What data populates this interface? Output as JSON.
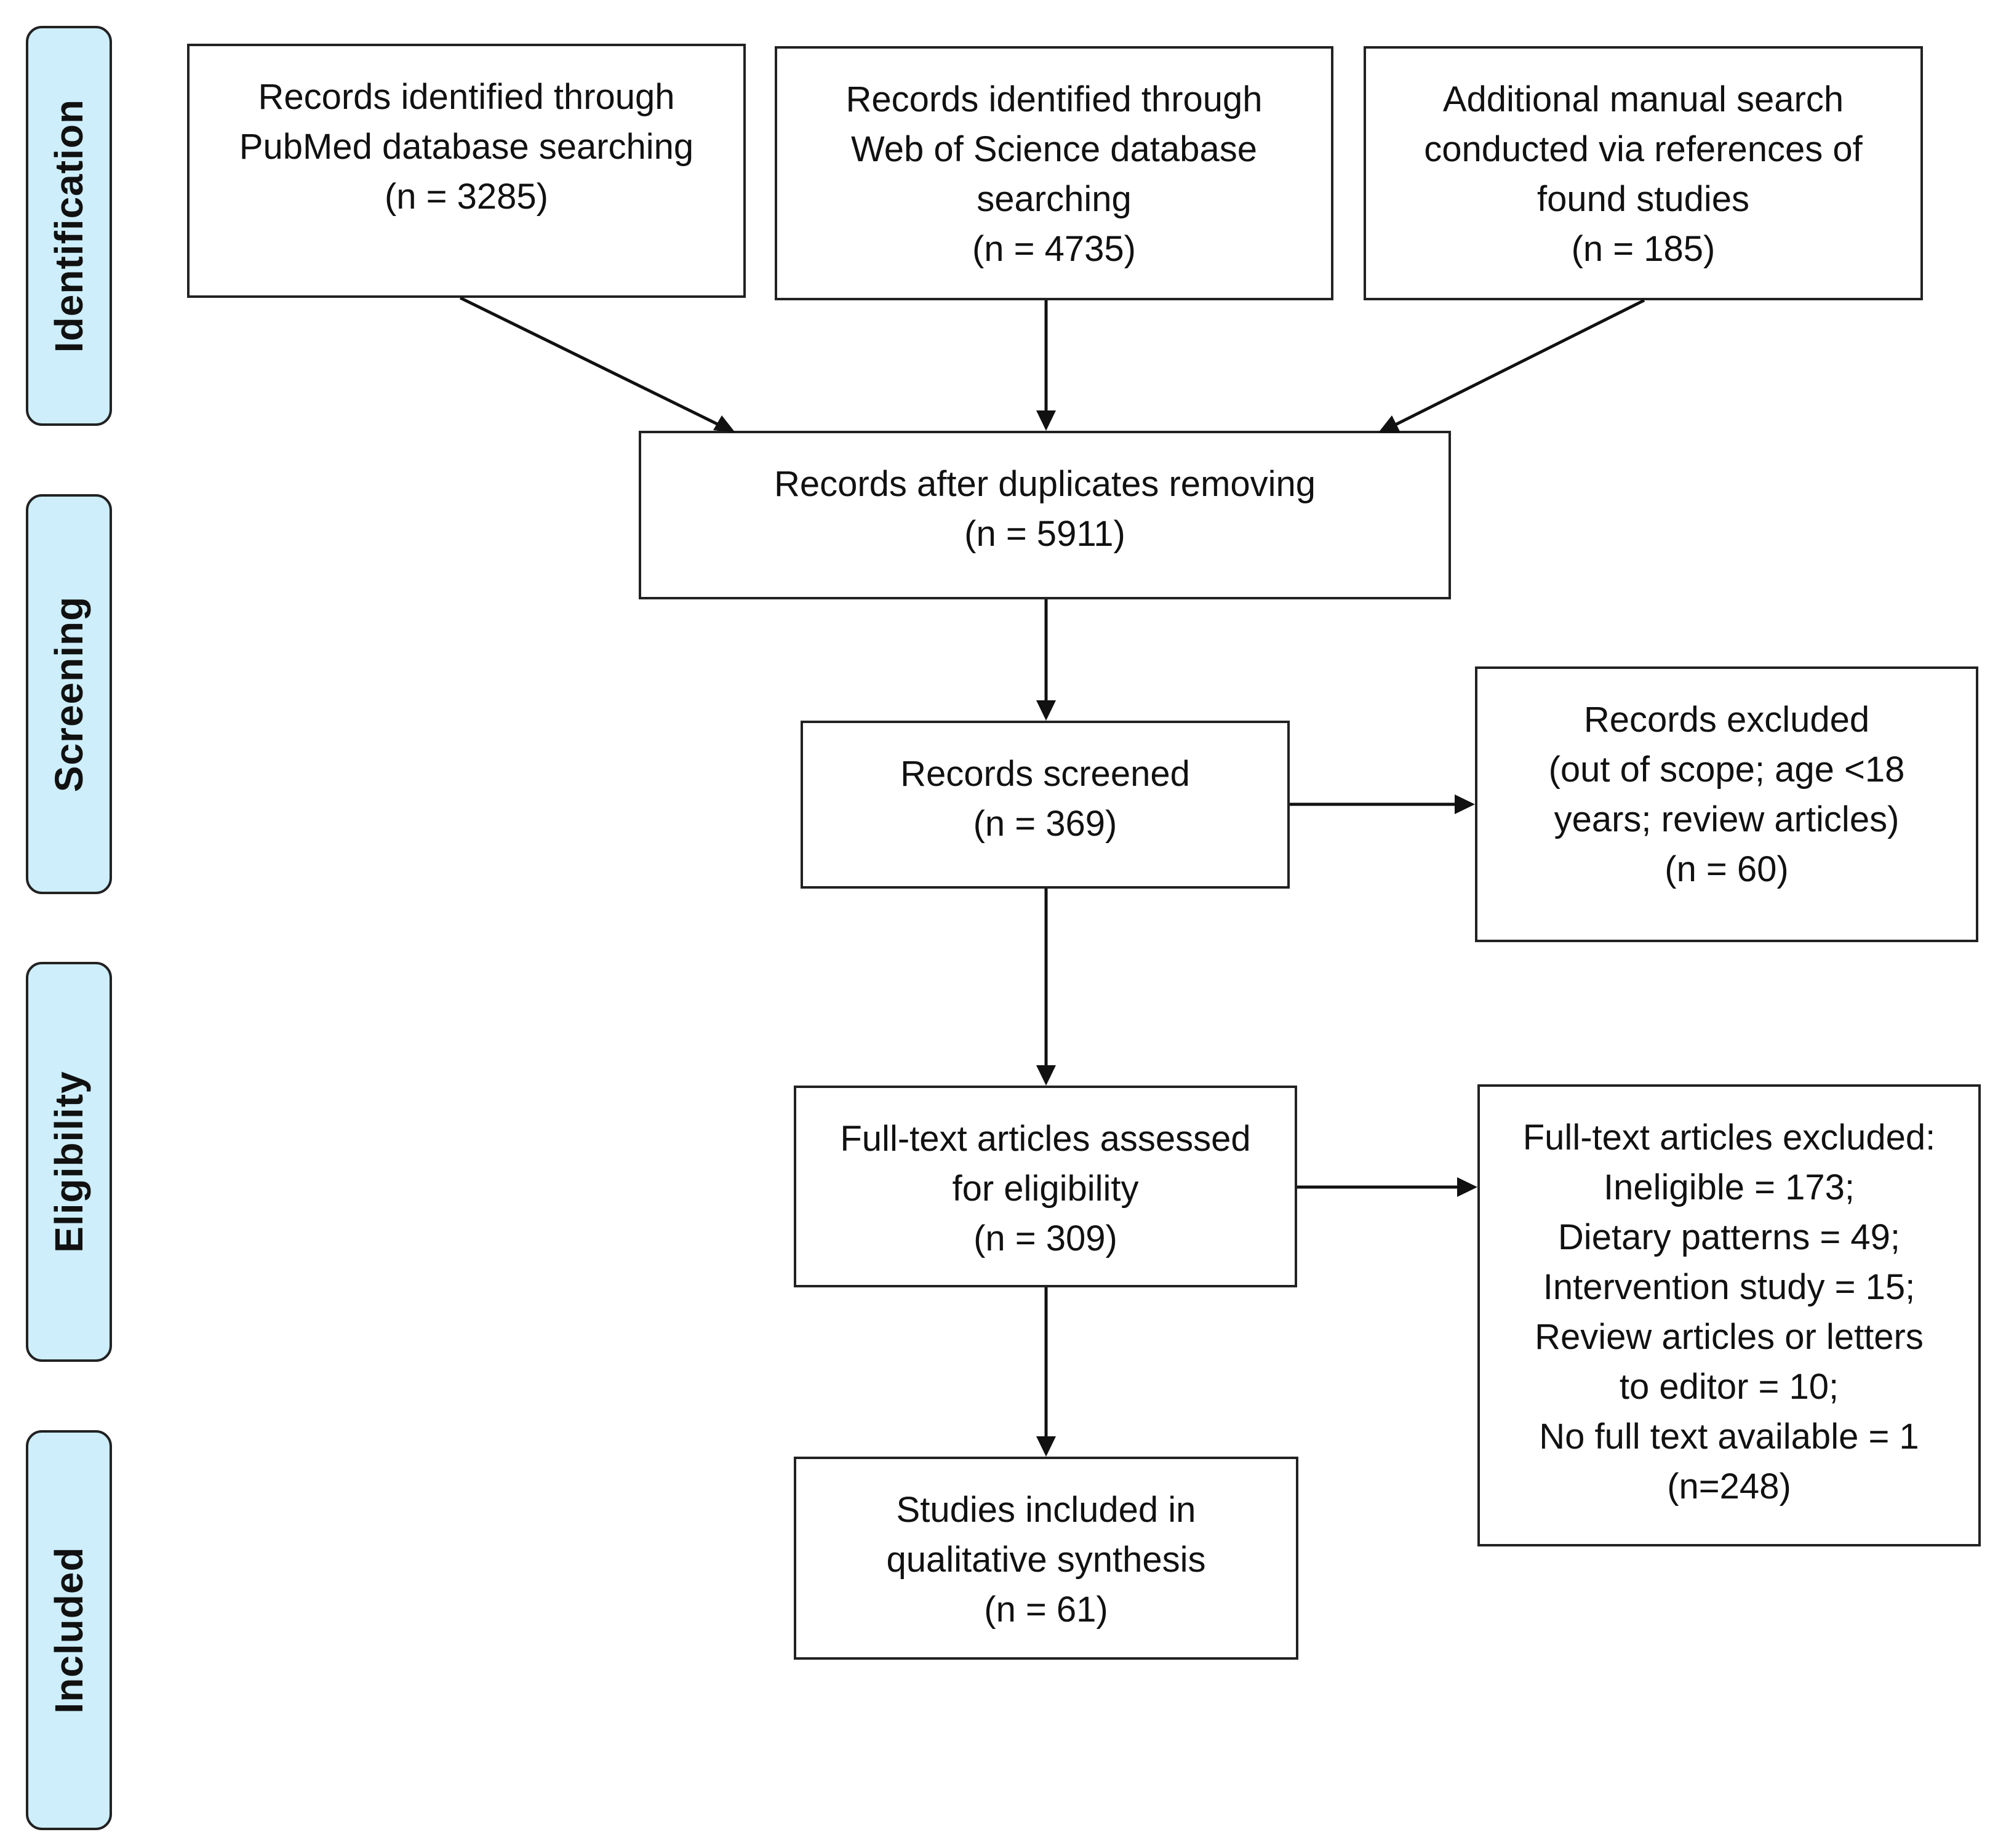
{
  "stages": {
    "identification": "Identification",
    "screening": "Screening",
    "eligibility": "Eligibility",
    "included": "Included"
  },
  "boxes": {
    "pubmed": [
      "Records identified through",
      "PubMed database searching",
      "(n = 3285)"
    ],
    "wos": [
      "Records identified through",
      "Web of Science database",
      "searching",
      "(n = 4735)"
    ],
    "manual": [
      "Additional manual search",
      "conducted via references of",
      "found studies",
      "(n = 185)"
    ],
    "dedup": [
      "Records after duplicates removing",
      "(n = 5911)"
    ],
    "screened": [
      "Records screened",
      "(n = 369)"
    ],
    "excluded": [
      "Records excluded",
      "(out of scope; age <18",
      "years; review articles)",
      "(n = 60)"
    ],
    "fulltext": [
      "Full-text articles assessed",
      "for eligibility",
      "(n = 309)"
    ],
    "ft_excluded": [
      "Full-text articles excluded:",
      "Ineligible = 173;",
      "Dietary patterns = 49;",
      "Intervention study = 15;",
      "Review articles or letters",
      "to editor = 10;",
      "No full text available = 1",
      "(n=248)"
    ],
    "included": [
      "Studies included in",
      "qualitative synthesis",
      "(n = 61)"
    ]
  }
}
